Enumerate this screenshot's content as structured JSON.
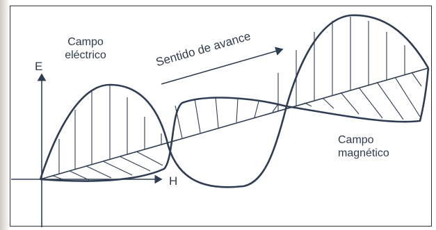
{
  "diagram": {
    "labels": {
      "electric_field": [
        "Campo",
        "eléctrico"
      ],
      "magnetic_field": [
        "Campo",
        "magnético"
      ],
      "direction": "Sentido de avance",
      "axis_e": "E",
      "axis_h": "H"
    },
    "colors": {
      "wave_stroke": "#2f3d52",
      "text": "#2e3b4e",
      "frame": "#333333"
    }
  }
}
